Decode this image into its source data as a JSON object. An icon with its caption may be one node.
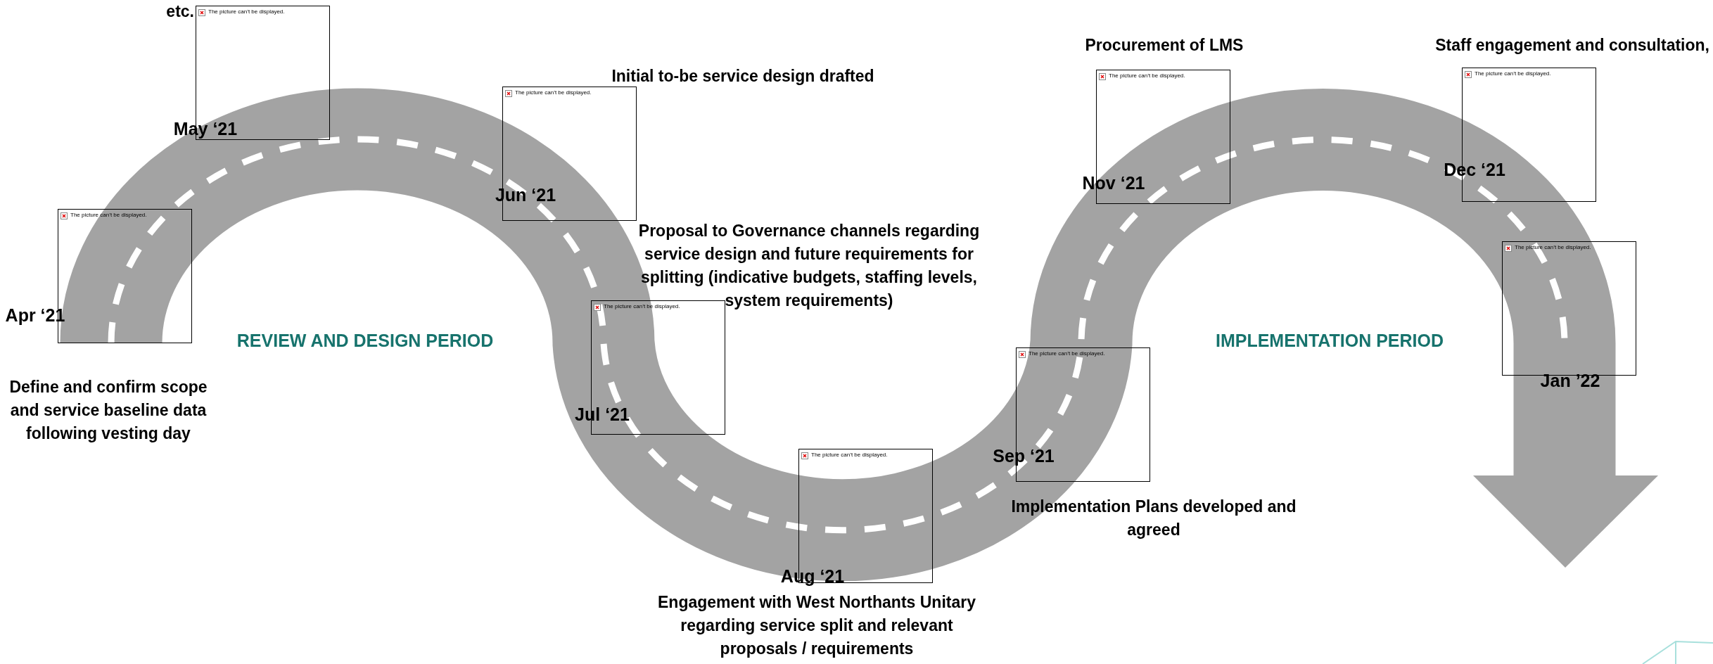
{
  "diagram": {
    "nodes": [
      {
        "text": [
          "The picture can’t be displayed."
        ]
      },
      {
        "text": [
          "The picture can’t be displayed."
        ]
      },
      {
        "text": [
          "The picture can’t be displayed."
        ]
      },
      {
        "text": [
          "The picture can’t be displayed."
        ]
      },
      {
        "text": [
          "The picture can’t be displayed."
        ]
      },
      {
        "text": [
          "The picture can’t be displayed."
        ]
      },
      {
        "text": [
          "The picture can’t be displayed."
        ]
      },
      {
        "text": [
          "The picture can’t be displayed."
        ]
      },
      {
        "text": [
          "The picture can’t be displayed."
        ]
      }
    ],
    "labels": [
      "etc.",
      "Procurement of LMS",
      "Staff engagement and consultation,",
      "Initial to-be service design drafted",
      "May ‘21",
      "Dec ‘21",
      "Nov ‘21",
      "Jun ‘21",
      "Proposal to Governance channels regarding service design and future requirements for splitting (indicative budgets, staffing levels, system requirements)",
      "Apr ‘21",
      "REVIEW AND DESIGN PERIOD",
      "IMPLEMENTATION PERIOD",
      "Jan ’22",
      "Define and confirm scope and service baseline data following vesting day",
      "Jul ‘21",
      "Sep ‘21",
      "Implementation Plans developed and agreed",
      "Aug ‘21",
      "Engagement with West Northants Unitary regarding service split and relevant proposals / requirements"
    ]
  }
}
